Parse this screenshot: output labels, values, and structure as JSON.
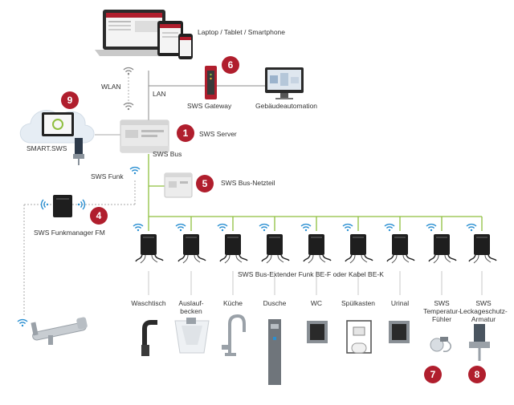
{
  "labels": {
    "devices": "Laptop / Tablet / Smartphone",
    "wlan": "WLAN",
    "lan": "LAN",
    "gateway": "SWS Gateway",
    "building_automation": "Gebäudeautomation",
    "server": "SWS Server",
    "bus": "SWS Bus",
    "smart": "SMART.SWS",
    "funk": "SWS Funk",
    "bus_netzteil": "SWS Bus-Netzteil",
    "funkmanager": "SWS Funkmanager FM",
    "extender": "SWS Bus-Extender Funk BE-F oder Kabel BE-K"
  },
  "badges": [
    "9",
    "6",
    "1",
    "5",
    "4",
    "7",
    "8"
  ],
  "fixtures": [
    {
      "label": "Waschtisch"
    },
    {
      "label": "Auslauf-\nbecken"
    },
    {
      "label": "Küche"
    },
    {
      "label": "Dusche"
    },
    {
      "label": "WC"
    },
    {
      "label": "Spülkasten"
    },
    {
      "label": "Urinal"
    },
    {
      "label": "SWS\nTemperatur-\nFühler"
    },
    {
      "label": "SWS\nLeckageschutz-\nArmatur"
    }
  ],
  "colors": {
    "badge": "#b01e2d",
    "bus_line": "#8fbf3f",
    "wifi": "#2a8fd1",
    "lan_line": "#888888"
  }
}
